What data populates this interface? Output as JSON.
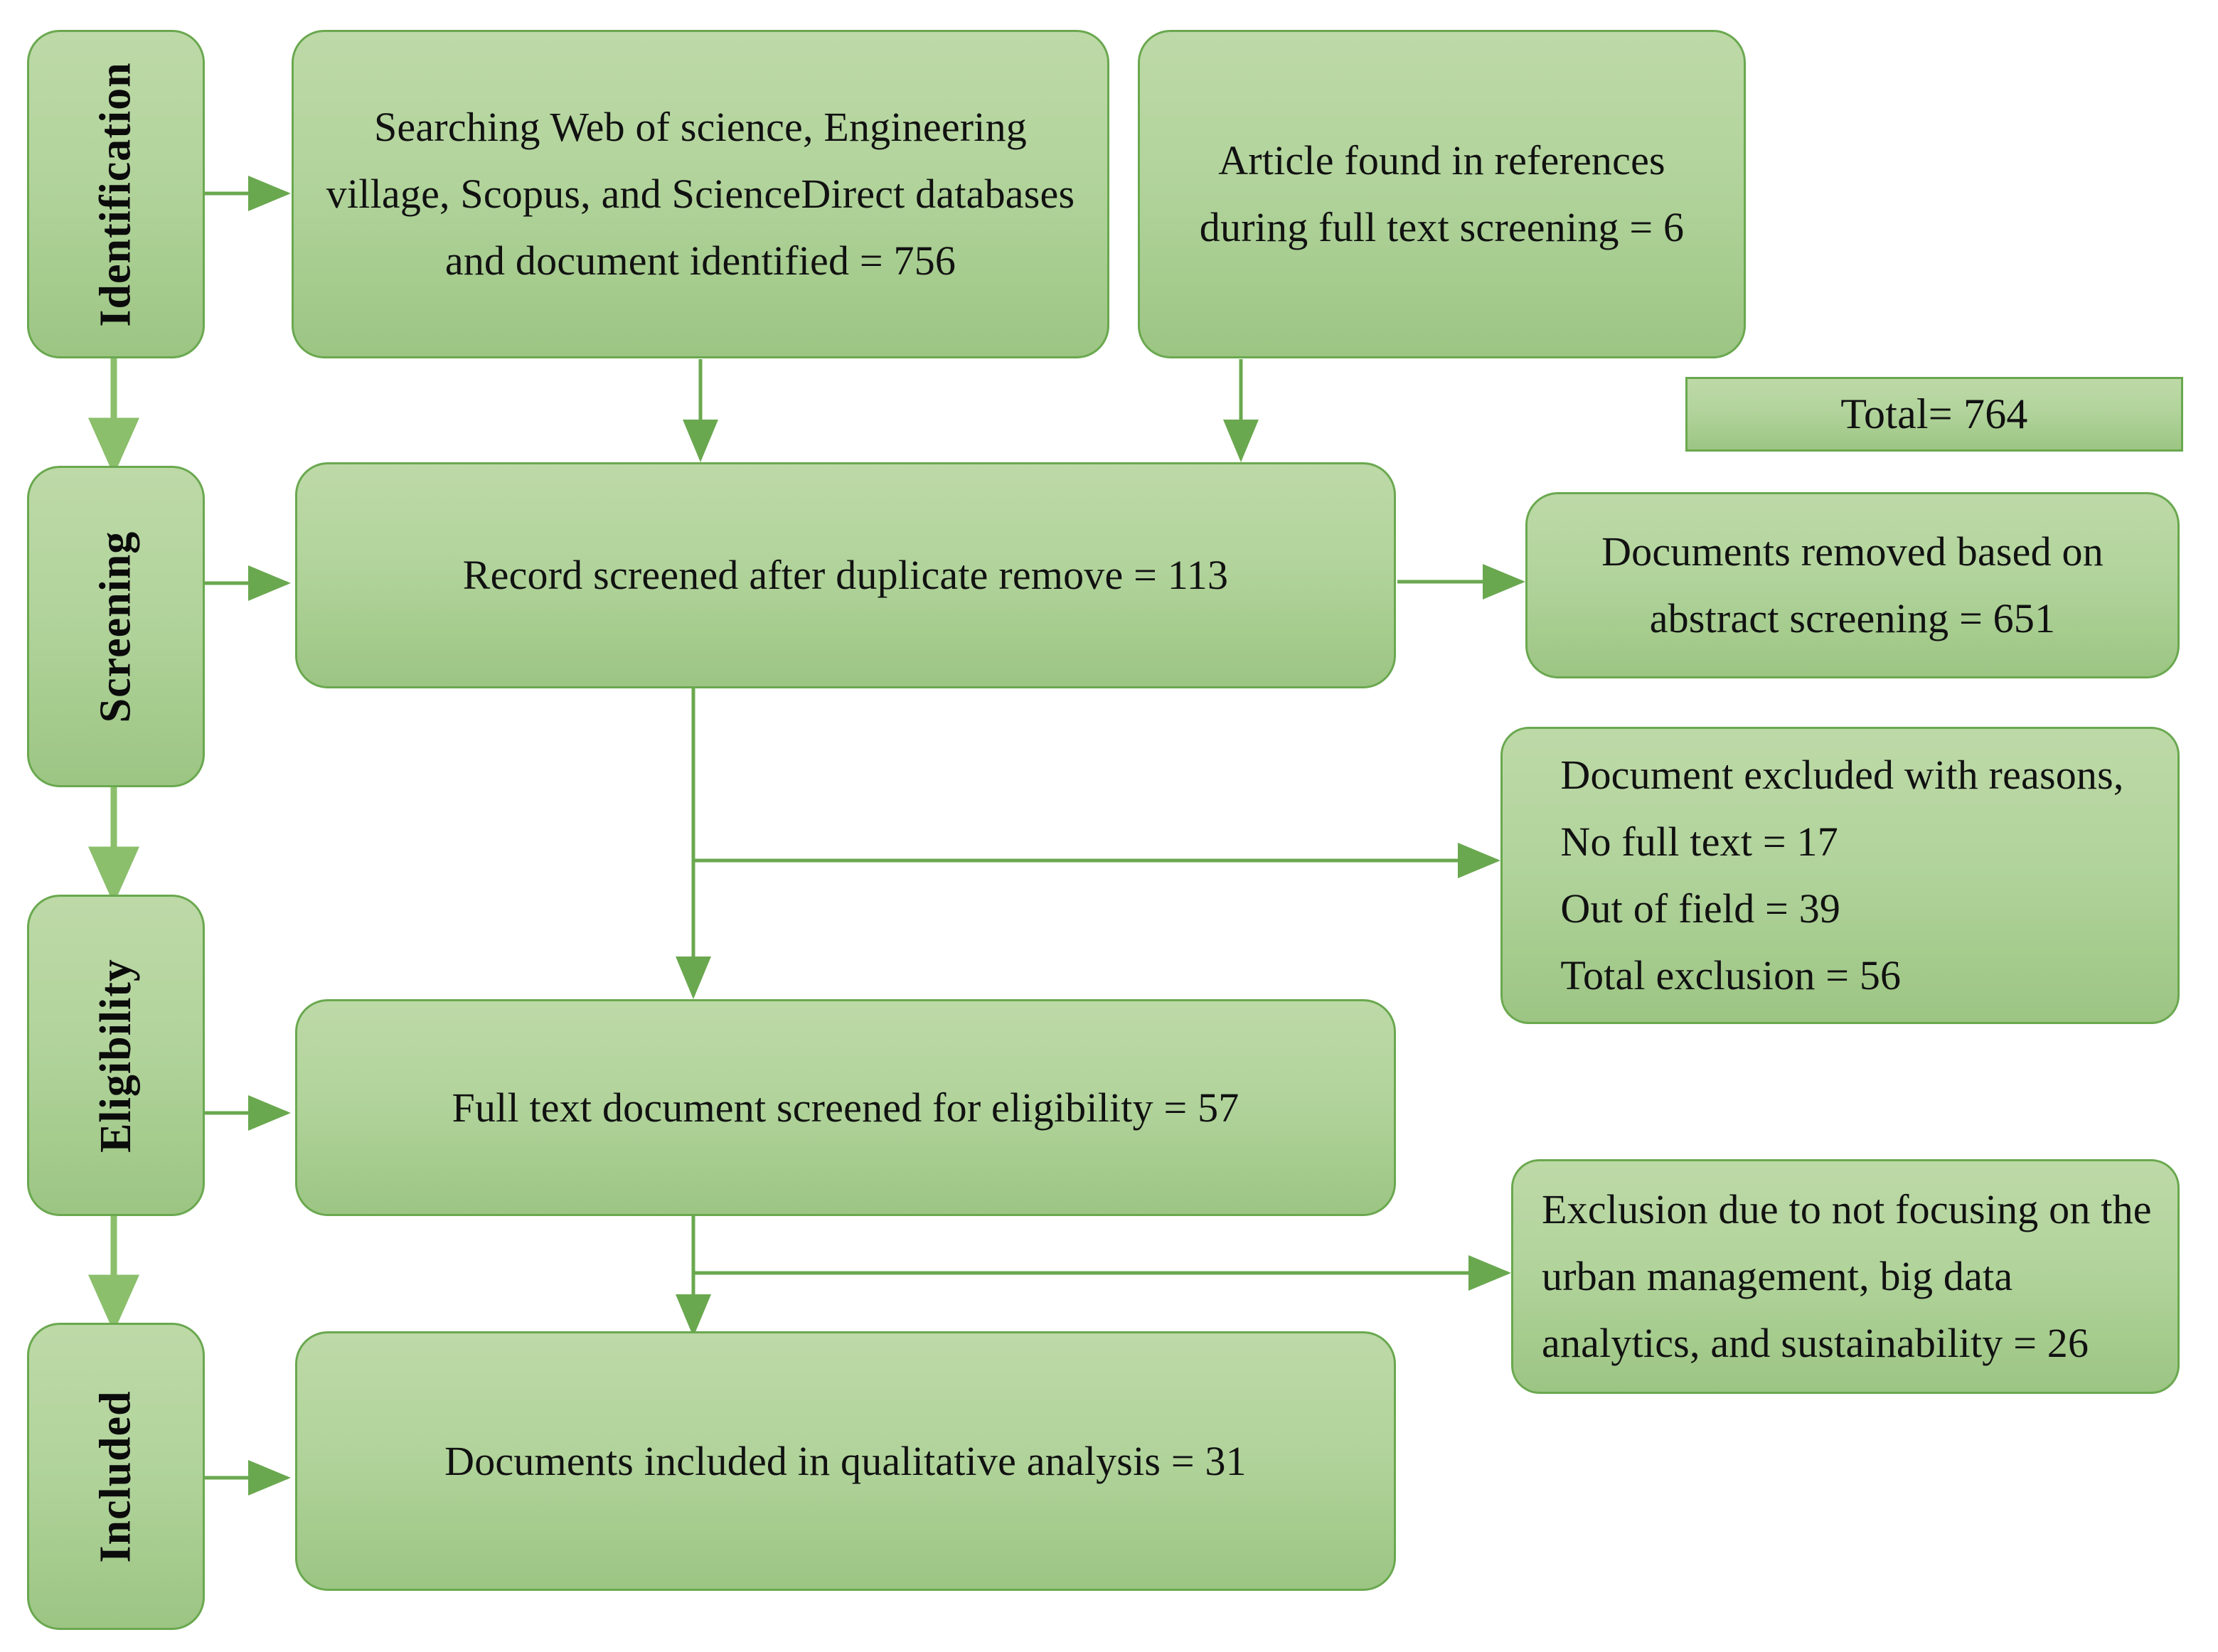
{
  "diagram": {
    "type": "prisma-flow-diagram",
    "colors": {
      "box_fill_top": "#bdd9a7",
      "box_fill_bottom": "#9cc583",
      "box_border": "#6aa84f",
      "connector": "#6aa84f",
      "text": "#111111",
      "background": "#ffffff"
    },
    "stages": [
      {
        "id": "identification",
        "label": "Identification"
      },
      {
        "id": "screening",
        "label": "Screening"
      },
      {
        "id": "eligibility",
        "label": "Eligibility"
      },
      {
        "id": "included",
        "label": "Included"
      }
    ],
    "nodes": [
      {
        "id": "sources",
        "text": "Searching Web of science, Engineering village, Scopus, and ScienceDirect databases and document identified = 756",
        "value": 756
      },
      {
        "id": "references",
        "text": "Article found in references during full text screening = 6",
        "value": 6
      },
      {
        "id": "total",
        "text": "Total= 764",
        "value": 764
      },
      {
        "id": "records-screened",
        "text": "Record screened after duplicate remove = 113",
        "value": 113
      },
      {
        "id": "abstract-removed",
        "text": "Documents removed based on abstract screening = 651",
        "value": 651
      },
      {
        "id": "excluded-reasons",
        "text": "Document excluded with reasons,\nNo full text = 17\nOut of field = 39\nTotal exclusion = 56",
        "lines": [
          "Document excluded with reasons,",
          "No full text = 17",
          "Out of field = 39",
          "Total exclusion = 56"
        ],
        "values": {
          "no_full_text": 17,
          "out_of_field": 39,
          "total_exclusion": 56
        }
      },
      {
        "id": "fulltext-screened",
        "text": "Full text document screened for eligibility = 57",
        "value": 57
      },
      {
        "id": "scope-exclusion",
        "text": "Exclusion due to not focusing on the urban management, big data analytics, and sustainability = 26",
        "value": 26
      },
      {
        "id": "included-qualitative",
        "text": "Documents included in qualitative analysis = 31",
        "value": 31
      }
    ]
  }
}
